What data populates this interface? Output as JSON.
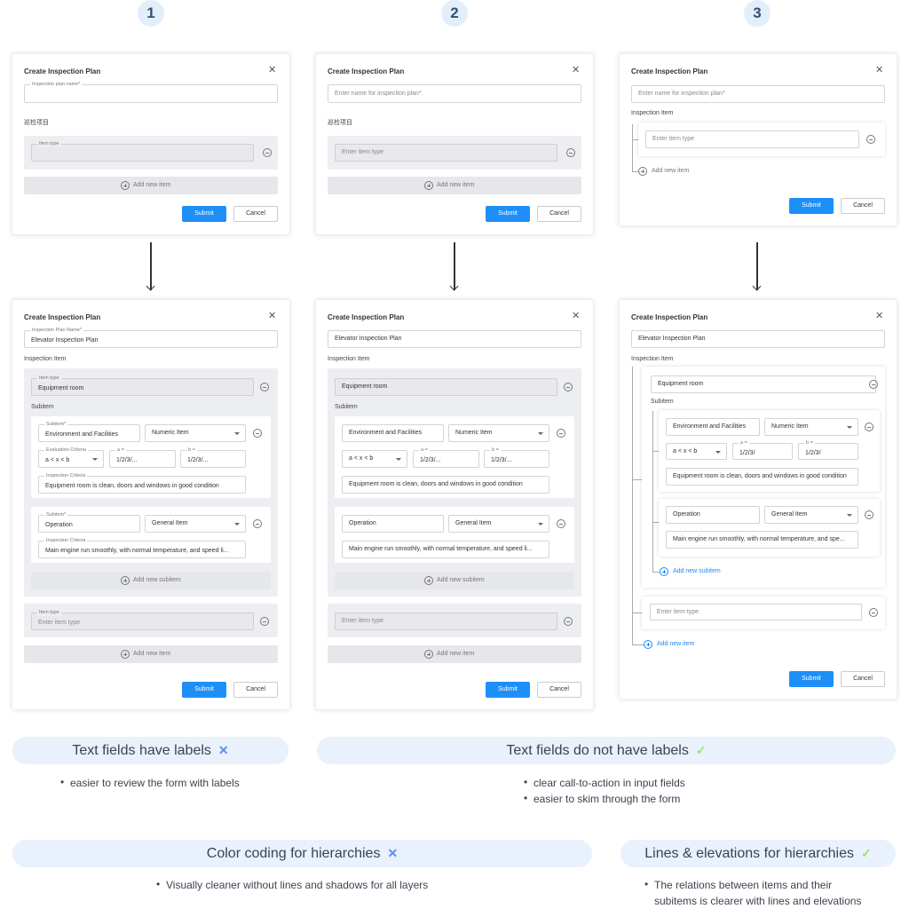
{
  "steps": [
    "1",
    "2",
    "3"
  ],
  "form": {
    "title": "Create Inspection Plan",
    "submit": "Submit",
    "cancel": "Cancel",
    "add_item": "Add new item",
    "add_subitem": "Add new subitem",
    "inspection_item_heading": "Inspection Item",
    "subitem_heading": "Subitem"
  },
  "top": [
    {
      "name_label": "Inspection plan name*",
      "section": "巡检项目",
      "item_label": "Item type"
    },
    {
      "name_placeholder": "Enter name for inspection plan*",
      "section": "巡检项目",
      "item_placeholder": "Enter item type"
    },
    {
      "name_placeholder": "Enter name for inspection plan*",
      "section": "Inspection Item",
      "item_placeholder": "Enter item type"
    }
  ],
  "bottom": {
    "labels": {
      "plan_name": "Inspection Plan Name*",
      "item_type": "Item type",
      "subitem": "Subitem*",
      "evaluation": "Evaluation Criteria",
      "a": "a =",
      "b": "b =",
      "criteria": "Inspection Criteria"
    },
    "plan_name": "Elevator Inspection Plan",
    "item_type": "Equipment room",
    "item_placeholder": "Enter item type",
    "subitems": [
      {
        "name": "Environment and Facilities",
        "type": "Numeric Item",
        "evaluation": "a < x < b",
        "a_placeholder": "1/2/3/...",
        "b_placeholder": "1/2/3/...",
        "a_placeholder_short": "1/2/3/",
        "b_placeholder_short": "1/2/3/",
        "criteria": "Equipment room is clean, doors and windows in good condition"
      },
      {
        "name": "Operation",
        "type": "General Item",
        "criteria": "Main engine run smoothly, with normal temperature, and speed li...",
        "criteria_short": "Main engine run smoothly, with normal temperature, and spe..."
      }
    ]
  },
  "captions": [
    {
      "title": "Text fields have labels",
      "mark": "✕",
      "bullets": [
        "easier to review the form with labels"
      ]
    },
    {
      "title": "Text fields do not have labels",
      "mark": "✓",
      "bullets": [
        "clear call-to-action in input fields",
        "easier to skim through the form"
      ]
    },
    {
      "title": "Color coding for hierarchies",
      "mark": "✕",
      "bullets": [
        "Visually cleaner without lines and shadows for all layers"
      ]
    },
    {
      "title": "Lines & elevations for hierarchies",
      "mark": "✓",
      "bullets": [
        "The relations between items and their",
        "subitems is clearer with lines and elevations"
      ]
    }
  ],
  "colors": {
    "primary": "#1e8ff8",
    "cross": "#5b8ff0",
    "check": "#9fe07a",
    "pill": "#e8f1fc"
  },
  "icons": {
    "close": "close-icon",
    "remove": "minus-circle-icon",
    "add": "plus-circle-icon",
    "dropdown": "caret-down-icon",
    "arrow": "arrow-down-icon"
  }
}
